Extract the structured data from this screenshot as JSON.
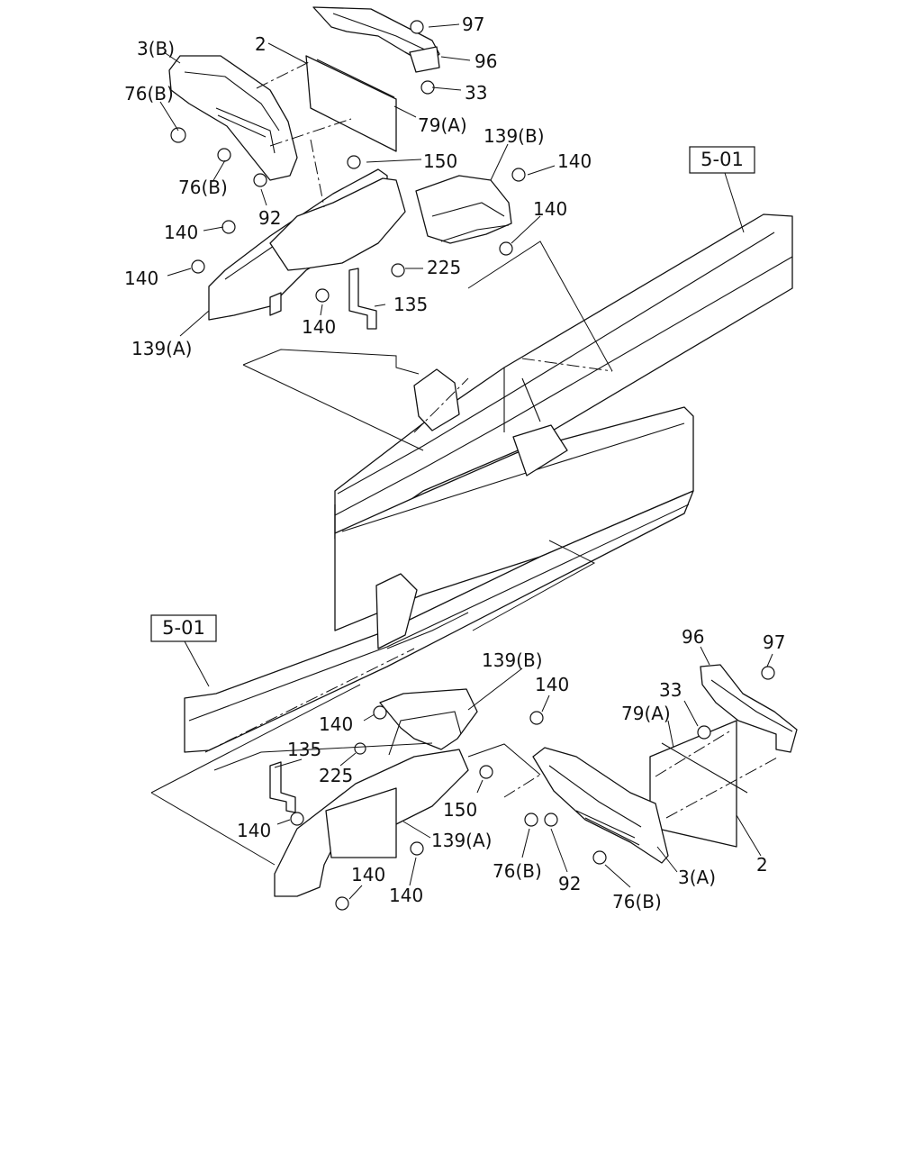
{
  "section_refs": [
    "5-01",
    "5-01"
  ],
  "upper_callouts": [
    "97",
    "96",
    "3(B)",
    "2",
    "33",
    "76(B)",
    "79(A)",
    "139(B)",
    "150",
    "140",
    "76(B)",
    "92",
    "140",
    "140",
    "225",
    "140",
    "135",
    "140",
    "139(A)"
  ],
  "lower_callouts": [
    "96",
    "97",
    "139(B)",
    "33",
    "140",
    "79(A)",
    "140",
    "135",
    "225",
    "150",
    "140",
    "139(A)",
    "76(B)",
    "92",
    "3(A)",
    "2",
    "140",
    "140",
    "76(B)"
  ]
}
